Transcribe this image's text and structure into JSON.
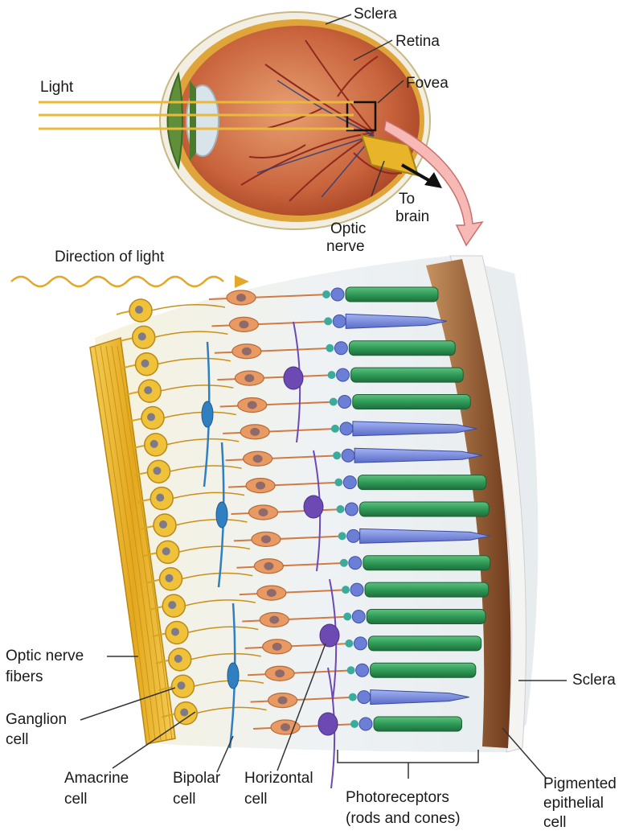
{
  "labels": {
    "sclera_top": "Sclera",
    "retina": "Retina",
    "fovea": "Fovea",
    "light": "Light",
    "to_brain_1": "To",
    "to_brain_2": "brain",
    "optic_nerve_1": "Optic",
    "optic_nerve_2": "nerve",
    "direction_of_light": "Direction of light",
    "optic_nerve_fibers_1": "Optic nerve",
    "optic_nerve_fibers_2": "fibers",
    "ganglion_1": "Ganglion",
    "ganglion_2": "cell",
    "amacrine_1": "Amacrine",
    "amacrine_2": "cell",
    "bipolar_1": "Bipolar",
    "bipolar_2": "cell",
    "horizontal_1": "Horizontal",
    "horizontal_2": "cell",
    "photoreceptors_1": "Photoreceptors",
    "photoreceptors_2": "(rods and cones)",
    "sclera_right": "Sclera",
    "pigmented_1": "Pigmented",
    "pigmented_2": "epithelial",
    "pigmented_3": "cell"
  },
  "colors": {
    "sclera": "#f3f0e6",
    "retina": "#c9643d",
    "vessel": "#8e2a1e",
    "light_beam": "#e8b93a",
    "optic_fiber": "#e9b62c",
    "ganglion": "#f0c23a",
    "bipolar": "#e89a62",
    "amacrine": "#2f7fc1",
    "horizontal": "#6d4ab3",
    "rod": "#2f9b57",
    "cone": "#6c7fd6",
    "pigment": "#8a4a24"
  },
  "photoreceptor_pattern": [
    "rod",
    "cone",
    "rod",
    "rod",
    "rod",
    "cone",
    "cone",
    "rod",
    "rod",
    "cone",
    "rod",
    "rod",
    "rod",
    "rod",
    "rod",
    "cone",
    "rod"
  ]
}
